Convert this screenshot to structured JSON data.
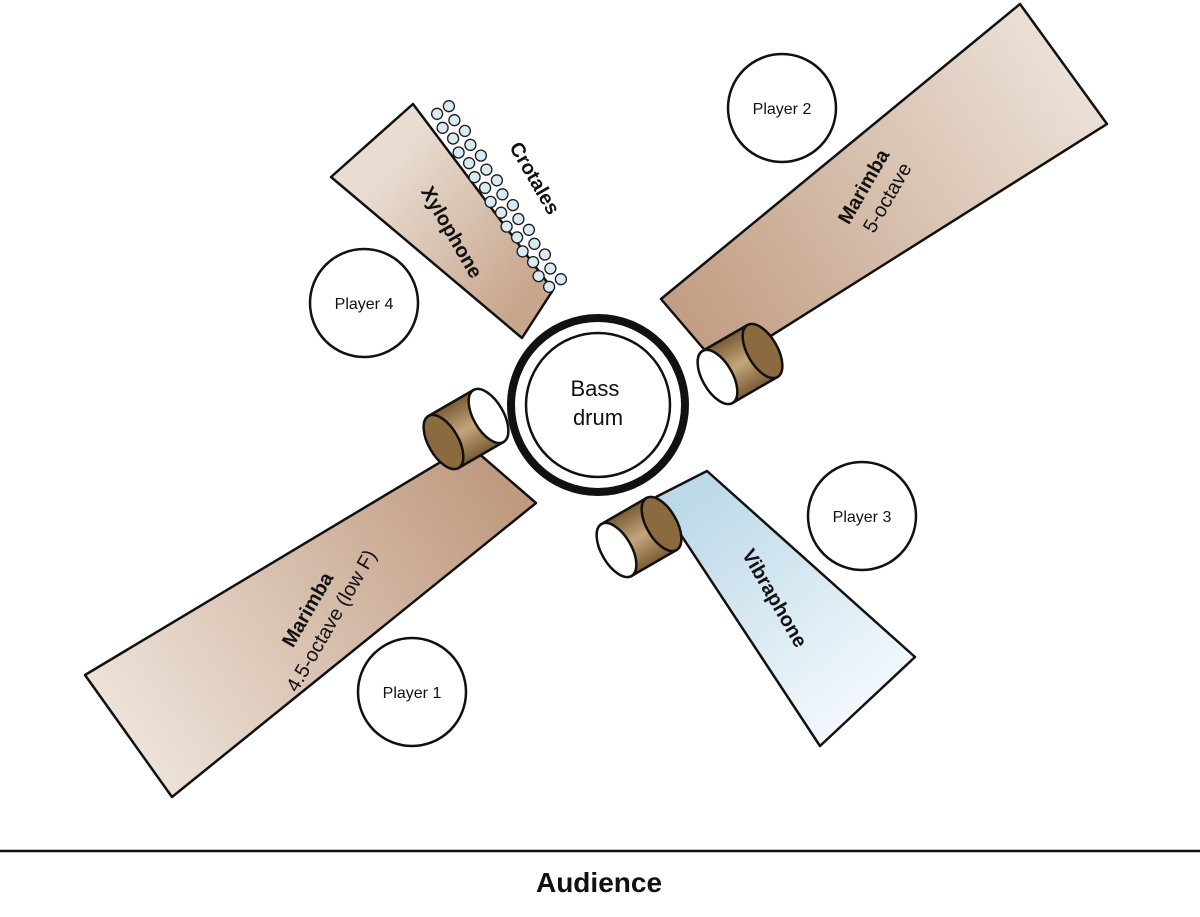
{
  "center": {
    "label_line1": "Bass",
    "label_line2": "drum"
  },
  "instruments": {
    "marimba_5": {
      "name": "Marimba",
      "detail": "5-octave"
    },
    "marimba_45": {
      "name": "Marimba",
      "detail": "4.5-octave (low F)"
    },
    "xylophone": {
      "name": "Xylophone"
    },
    "vibraphone": {
      "name": "Vibraphone"
    },
    "crotales": {
      "name": "Crotales"
    }
  },
  "players": {
    "p1": "Player 1",
    "p2": "Player 2",
    "p3": "Player 3",
    "p4": "Player 4"
  },
  "audience": "Audience",
  "colors": {
    "wood_light": "#ece1d8",
    "wood_dark": "#c09a80",
    "vibe_light": "#f3f8fc",
    "vibe_dark": "#bcd9e8",
    "drum_body_dark": "#7a5c35",
    "drum_body_light": "#c4a57c",
    "crotale_fill": "#d8ebf3"
  }
}
